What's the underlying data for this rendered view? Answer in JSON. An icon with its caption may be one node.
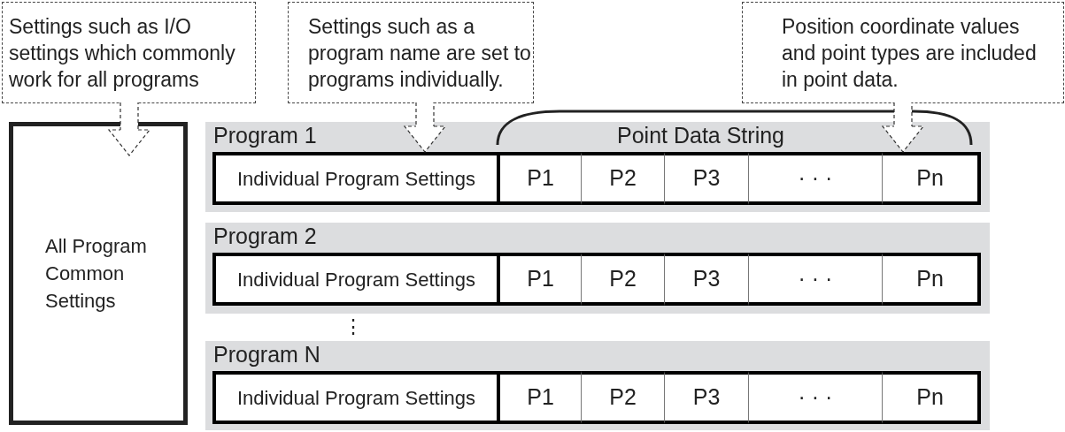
{
  "diagram": {
    "nodes": [
      {
        "text": [
          "Settings such as I/O settings which commonly work for all programs"
        ]
      },
      {
        "text": [
          "Settings such as a program name are set to programs individually."
        ]
      },
      {
        "text": [
          "Position coordinate values and point types are included in point data."
        ]
      },
      {
        "text": [
          "All Program Common Settings"
        ]
      },
      {
        "text": [
          "Program 1"
        ]
      },
      {
        "text": [
          "Individual Program Settings"
        ],
        "in": 4
      },
      {
        "text": [
          "P1"
        ],
        "in": 4
      },
      {
        "text": [
          "P2"
        ],
        "in": 4
      },
      {
        "text": [
          "P3"
        ],
        "in": 4
      },
      {
        "text": [
          "· · ·"
        ],
        "in": 4
      },
      {
        "text": [
          "Pn"
        ],
        "in": 4
      },
      {
        "text": [
          "Program 2"
        ]
      },
      {
        "text": [
          "Individual Program Settings"
        ],
        "in": 11
      },
      {
        "text": [
          "P1"
        ],
        "in": 11
      },
      {
        "text": [
          "P2"
        ],
        "in": 11
      },
      {
        "text": [
          "P3"
        ],
        "in": 11
      },
      {
        "text": [
          "· · ·"
        ],
        "in": 11
      },
      {
        "text": [
          "Pn"
        ],
        "in": 11
      },
      {
        "text": [
          "Program N"
        ]
      },
      {
        "text": [
          "Individual Program Settings"
        ],
        "in": 18
      },
      {
        "text": [
          "P1"
        ],
        "in": 18
      },
      {
        "text": [
          "P2"
        ],
        "in": 18
      },
      {
        "text": [
          "P3"
        ],
        "in": 18
      },
      {
        "text": [
          "· · ·"
        ],
        "in": 18
      },
      {
        "text": [
          "Pn"
        ],
        "in": 18
      }
    ],
    "edges": [
      {
        "from": 0,
        "to": 3,
        "arrow": "to",
        "style": "dashed"
      },
      {
        "from": 1,
        "to": 5,
        "arrow": "to",
        "style": "dashed"
      },
      {
        "from": 2,
        "to": 10,
        "arrow": "to",
        "style": "dashed"
      }
    ],
    "labels": [
      "Point Data String",
      "⋮"
    ]
  }
}
